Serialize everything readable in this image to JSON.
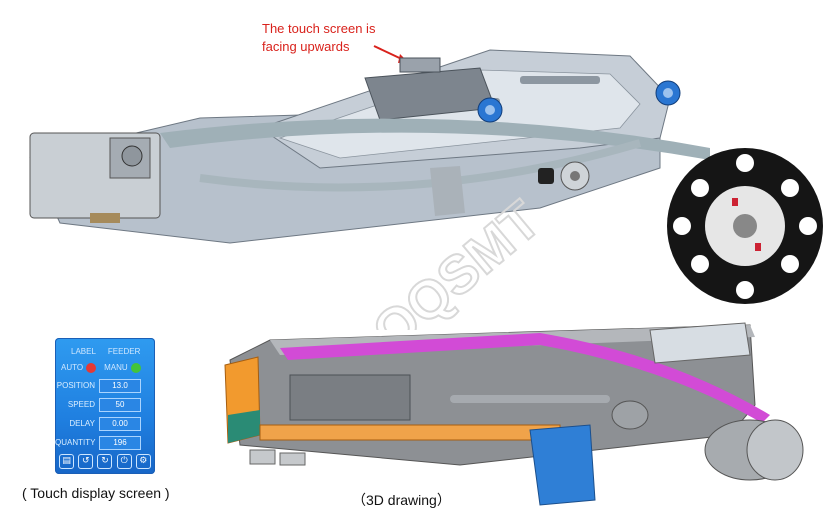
{
  "annotation": {
    "line1": "The touch screen is",
    "line2": "facing upwards"
  },
  "touch_screen": {
    "header_label": "LABEL",
    "header_feeder": "FEEDER",
    "mode_auto": "AUTO",
    "mode_manu": "MANU",
    "auto_indicator_color": "#e53935",
    "manu_indicator_color": "#43c43a",
    "rows": [
      {
        "label": "POSITION",
        "value": "13.0"
      },
      {
        "label": "SPEED",
        "value": "50"
      },
      {
        "label": "DELAY",
        "value": "0.00"
      },
      {
        "label": "QUANTITY",
        "value": "196"
      }
    ],
    "icons": [
      "feeder-icon",
      "rewind-icon",
      "forward-icon",
      "power-icon",
      "gear-icon"
    ]
  },
  "captions": {
    "touch_display": "( Touch display screen )",
    "drawing_3d": "（3D drawing）"
  },
  "watermark_text": "QQSMT",
  "colors": {
    "annotation": "#d9221c",
    "screen_blue": "#1f7fe0",
    "tape_magenta": "#d24bd6",
    "accent_orange": "#f29a2e",
    "accent_blue": "#2f7fd6"
  }
}
